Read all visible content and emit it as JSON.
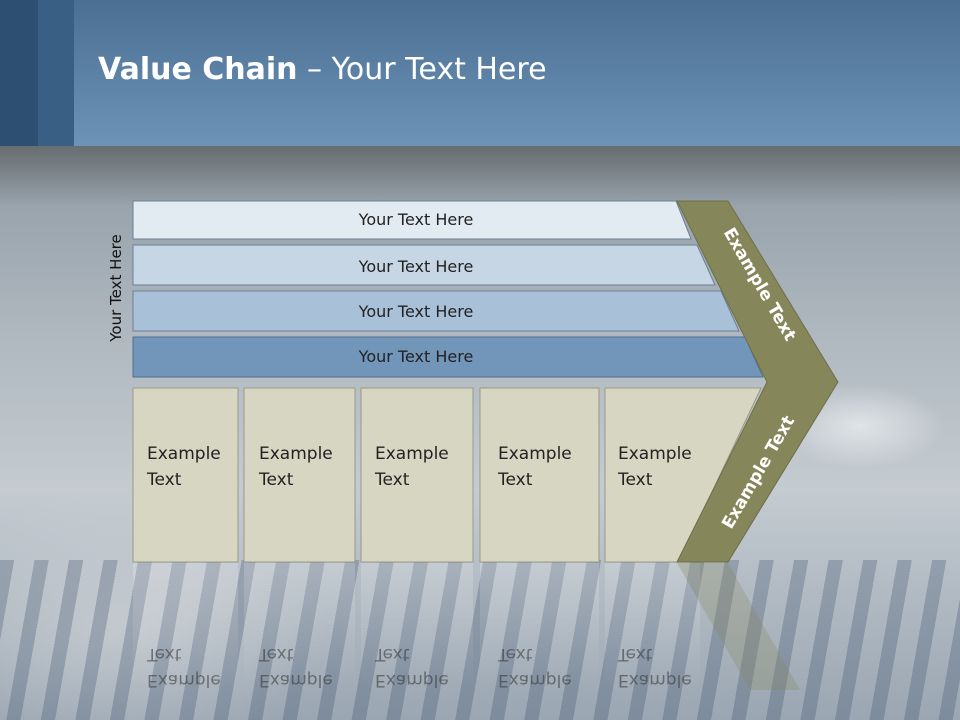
{
  "slide": {
    "title_bold": "Value Chain",
    "title_rest": " – Your Text Here"
  },
  "side_label": "Your Text Here",
  "bars": [
    {
      "label": "Your Text Here"
    },
    {
      "label": "Your Text Here"
    },
    {
      "label": "Your Text Here"
    },
    {
      "label": "Your Text Here"
    }
  ],
  "cells": [
    {
      "line1": "Example",
      "line2": "Text"
    },
    {
      "line1": "Example",
      "line2": "Text"
    },
    {
      "line1": "Example",
      "line2": "Text"
    },
    {
      "line1": "Example",
      "line2": "Text"
    },
    {
      "line1": "Example",
      "line2": "Text"
    }
  ],
  "arrow": {
    "upper_label": "Example Text",
    "lower_label": "Example Text",
    "color": "#858659"
  },
  "colors": {
    "bar_fills": [
      "#e3ebf2",
      "#c7d6e4",
      "#a8c0d8",
      "#7196ba"
    ],
    "cell_fill": "#d7d6c2",
    "header": "#4a6f93"
  }
}
